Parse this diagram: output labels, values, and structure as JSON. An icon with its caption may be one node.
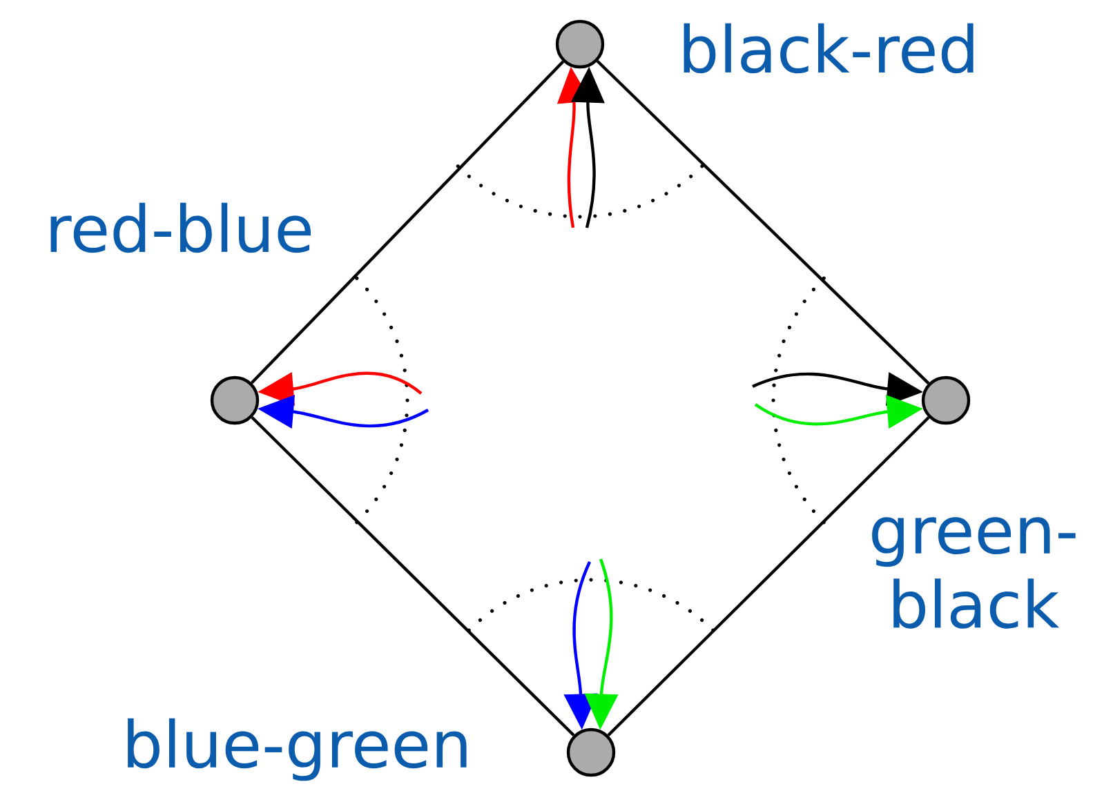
{
  "diagram": {
    "nodes": [
      {
        "text": [],
        "shape": "circle",
        "beside": [
          "black-red"
        ]
      },
      {
        "text": [],
        "shape": "circle",
        "beside": [
          "red-blue"
        ]
      },
      {
        "text": [],
        "shape": "circle",
        "beside": [
          "green-black"
        ]
      },
      {
        "text": [],
        "shape": "circle",
        "beside": [
          "blue-green"
        ]
      }
    ],
    "edges": [
      {
        "from": 0,
        "to": 1,
        "arrow": "none"
      },
      {
        "from": 0,
        "to": 2,
        "arrow": "none"
      },
      {
        "from": 1,
        "to": 3,
        "arrow": "none"
      },
      {
        "from": 2,
        "to": 3,
        "arrow": "none"
      },
      {
        "from": null,
        "to": 0,
        "arrow": "to",
        "color": "#ff0000"
      },
      {
        "from": null,
        "to": 0,
        "arrow": "to"
      },
      {
        "from": null,
        "to": 1,
        "arrow": "to",
        "color": "#ff0000"
      },
      {
        "from": null,
        "to": 1,
        "arrow": "to",
        "color": "#0000ff"
      },
      {
        "from": null,
        "to": 2,
        "arrow": "to"
      },
      {
        "from": null,
        "to": 2,
        "arrow": "to",
        "color": "#00ee00"
      },
      {
        "from": null,
        "to": 3,
        "arrow": "to",
        "color": "#0000ff"
      },
      {
        "from": null,
        "to": 3,
        "arrow": "to",
        "color": "#00ee00"
      }
    ]
  }
}
